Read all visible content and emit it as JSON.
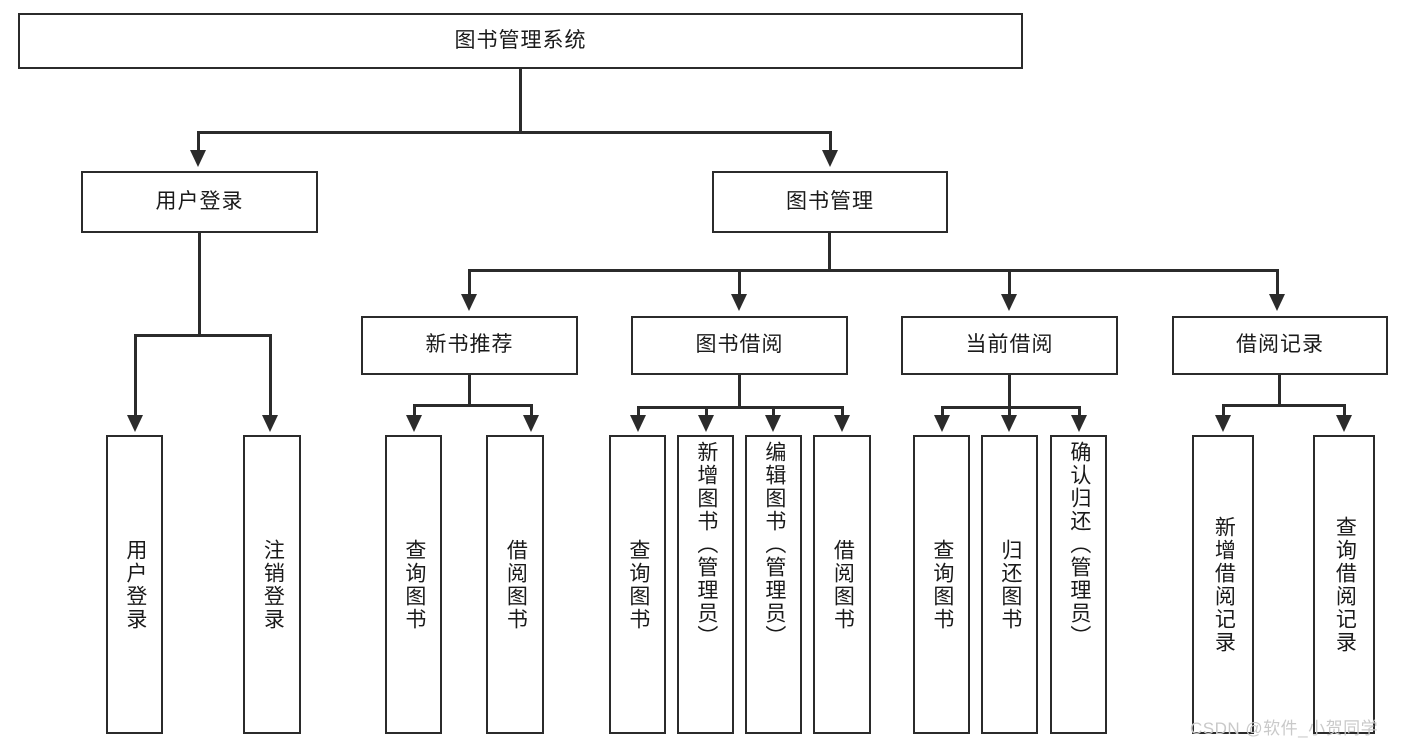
{
  "diagram": {
    "title": "图书管理系统",
    "type": "hierarchy-tree",
    "root": {
      "label": "图书管理系统"
    },
    "level2": [
      {
        "label": "用户登录"
      },
      {
        "label": "图书管理"
      }
    ],
    "level3": [
      {
        "label": "新书推荐"
      },
      {
        "label": "图书借阅"
      },
      {
        "label": "当前借阅"
      },
      {
        "label": "借阅记录"
      }
    ],
    "leaves": {
      "user_login": [
        {
          "label": "用户登录"
        },
        {
          "label": "注销登录"
        }
      ],
      "new_book_recommend": [
        {
          "label": "查询图书"
        },
        {
          "label": "借阅图书"
        }
      ],
      "book_borrow": [
        {
          "label": "查询图书"
        },
        {
          "label": "新增图书（管理员）"
        },
        {
          "label": "编辑图书（管理员）"
        },
        {
          "label": "借阅图书"
        }
      ],
      "current_borrow": [
        {
          "label": "查询图书"
        },
        {
          "label": "归还图书"
        },
        {
          "label": "确认归还（管理员）"
        }
      ],
      "borrow_record": [
        {
          "label": "新增借阅记录"
        },
        {
          "label": "查询借阅记录"
        }
      ]
    }
  },
  "watermark": {
    "text": "CSDN @软件_小贺同学",
    "color": "#c9c9c9"
  },
  "colors": {
    "stroke": "#2b2b2b",
    "background": "#ffffff",
    "text": "#1a1a1a"
  }
}
